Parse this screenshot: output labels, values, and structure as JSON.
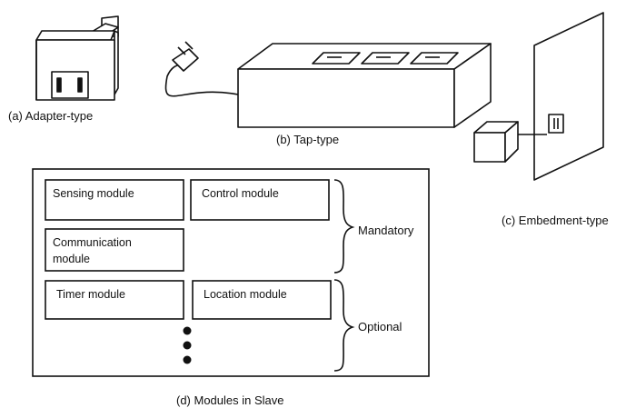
{
  "captions": {
    "adapter": "(a) Adapter-type",
    "tap": "(b) Tap-type",
    "embedment": "(c) Embedment-type",
    "modules": "(d) Modules in Slave"
  },
  "modules": {
    "sensing": "Sensing module",
    "control": "Control module",
    "communication_line1": "Communication",
    "communication_line2": "module",
    "timer": "Timer module",
    "location": "Location module"
  },
  "groups": {
    "mandatory": "Mandatory",
    "optional": "Optional"
  }
}
